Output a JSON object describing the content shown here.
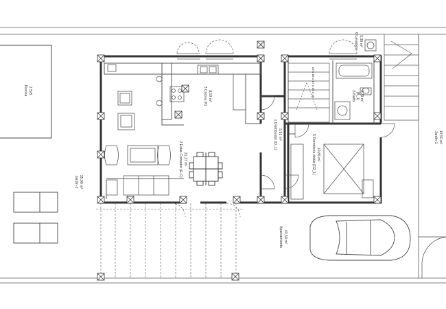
{
  "rooms": {
    "piscina": {
      "name": "Piscina",
      "size": "2.5x5"
    },
    "jardin2": {
      "name": "Jardín-2",
      "area": "35,90 m²"
    },
    "cocina": {
      "name": "3 Cocina (K)",
      "area": "8,10 m²"
    },
    "estar": {
      "name": "2 Estar-Comedor (E-C)",
      "area": "21,27 m²"
    },
    "distribuidor": {
      "name": "1 Distribuidor (D_1)",
      "area": "5,91 m²"
    },
    "dormitorio": {
      "name": "5 Dormitorio doble (D2_1)",
      "area": "10,86 m²"
    },
    "bano": {
      "name": "6 Baño",
      "code": "(B_1)",
      "area": "3,70 m²"
    },
    "lavaderoa": {
      "name": "6 Lavadero",
      "area": "5,30 m²"
    },
    "jardin1": {
      "name": "Jardín-1",
      "area": "19,50 m²"
    },
    "aparcamiento": {
      "name": "Aparcamiento",
      "area": "43,50 m²"
    }
  },
  "stair_text": "19 x 18 x 17 x 16 x 15"
}
